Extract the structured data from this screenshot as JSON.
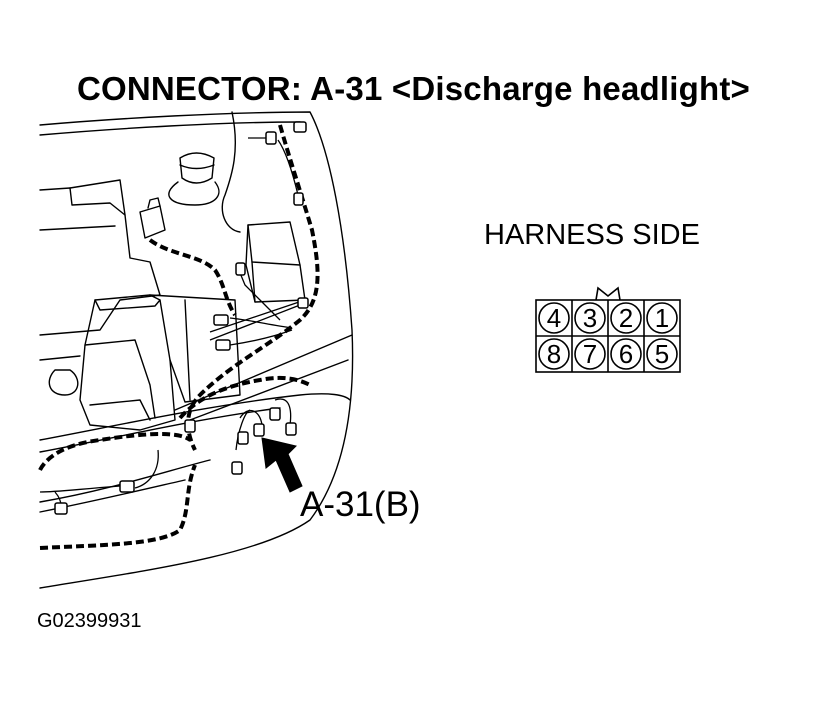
{
  "title": "CONNECTOR: A-31 <Discharge headlight>",
  "harness_side_label": "HARNESS SIDE",
  "connector_callout": "A-31(B)",
  "figure_id": "G02399931",
  "connector": {
    "top_row": [
      "4",
      "3",
      "2",
      "1"
    ],
    "bottom_row": [
      "8",
      "7",
      "6",
      "5"
    ]
  }
}
